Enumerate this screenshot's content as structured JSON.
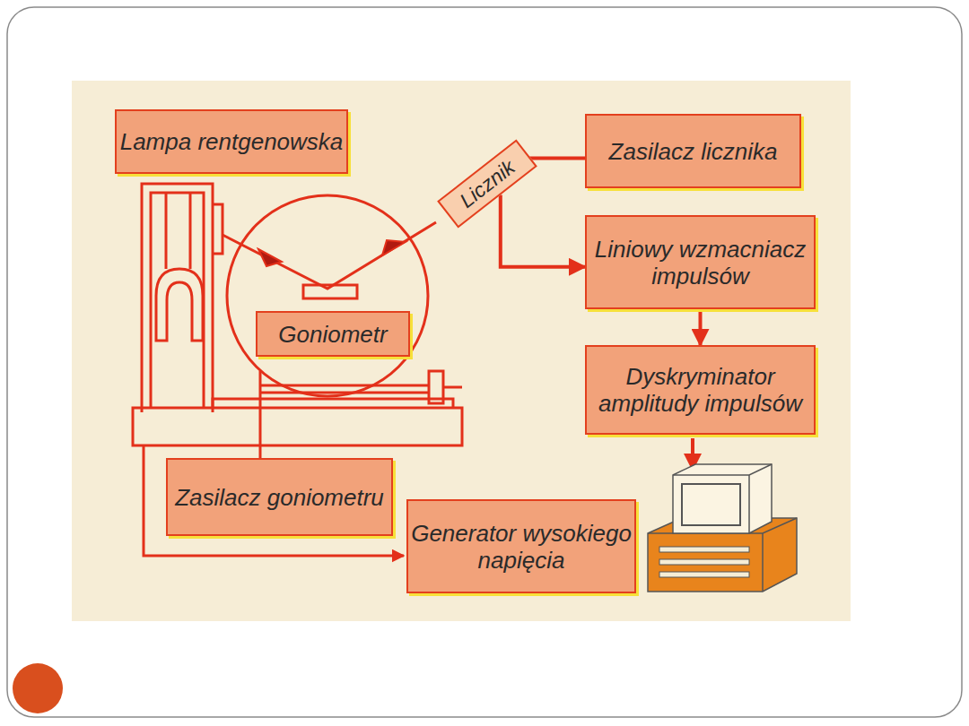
{
  "diagram": {
    "nodes": [
      {
        "text": [
          "Lampa rentgenowska"
        ]
      },
      {
        "text": [
          "Licznik"
        ]
      },
      {
        "text": [
          "Zasilacz licznika"
        ]
      },
      {
        "text": [
          "Liniowy wzmacniacz impulsów"
        ]
      },
      {
        "text": [
          "Goniometr"
        ]
      },
      {
        "text": [
          "Dyskryminator amplitudy impulsów"
        ]
      },
      {
        "text": [
          "Zasilacz goniometru"
        ]
      },
      {
        "text": [
          "Generator wysokiego napięcia"
        ]
      }
    ],
    "edges": [
      {
        "from": 1,
        "to": 2,
        "arrow": "none"
      },
      {
        "from": 1,
        "to": 3,
        "arrow": "to"
      },
      {
        "from": 3,
        "to": 5,
        "arrow": "to"
      }
    ]
  }
}
